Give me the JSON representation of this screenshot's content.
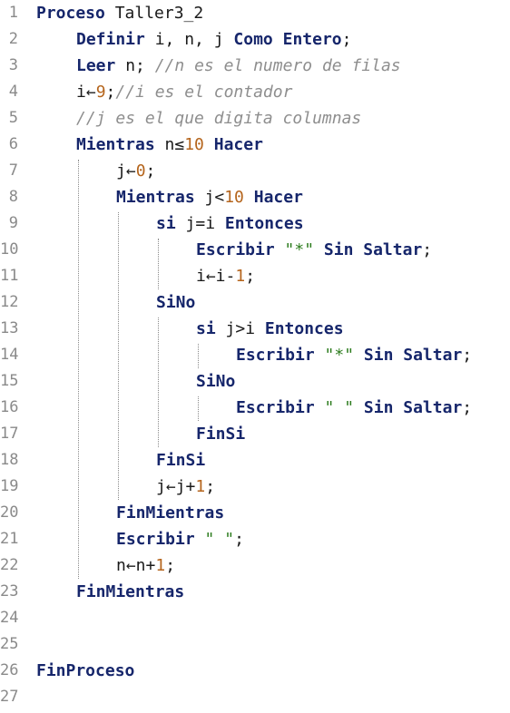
{
  "editor": {
    "lines": [
      {
        "n": "1",
        "indent": 0,
        "tokens": [
          {
            "t": "kw",
            "v": "Proceso"
          },
          {
            "t": "op",
            "v": " Taller3_2"
          }
        ]
      },
      {
        "n": "2",
        "indent": 1,
        "tokens": [
          {
            "t": "kw",
            "v": "Definir"
          },
          {
            "t": "op",
            "v": " i, n, j "
          },
          {
            "t": "kw",
            "v": "Como"
          },
          {
            "t": "op",
            "v": " "
          },
          {
            "t": "kw",
            "v": "Entero"
          },
          {
            "t": "op",
            "v": ";"
          }
        ]
      },
      {
        "n": "3",
        "indent": 1,
        "tokens": [
          {
            "t": "kw",
            "v": "Leer"
          },
          {
            "t": "op",
            "v": " n; "
          },
          {
            "t": "cm",
            "v": "//n es el numero de filas"
          }
        ]
      },
      {
        "n": "4",
        "indent": 1,
        "tokens": [
          {
            "t": "op",
            "v": "i←"
          },
          {
            "t": "num",
            "v": "9"
          },
          {
            "t": "op",
            "v": ";"
          },
          {
            "t": "cm",
            "v": "//i es el contador"
          }
        ]
      },
      {
        "n": "5",
        "indent": 1,
        "tokens": [
          {
            "t": "cm",
            "v": "//j es el que digita columnas"
          }
        ]
      },
      {
        "n": "6",
        "indent": 1,
        "tokens": [
          {
            "t": "kw",
            "v": "Mientras"
          },
          {
            "t": "op",
            "v": " n≤"
          },
          {
            "t": "num",
            "v": "10"
          },
          {
            "t": "op",
            "v": " "
          },
          {
            "t": "kw",
            "v": "Hacer"
          }
        ]
      },
      {
        "n": "7",
        "indent": 2,
        "tokens": [
          {
            "t": "op",
            "v": "j←"
          },
          {
            "t": "num",
            "v": "0"
          },
          {
            "t": "op",
            "v": ";"
          }
        ]
      },
      {
        "n": "8",
        "indent": 2,
        "tokens": [
          {
            "t": "kw",
            "v": "Mientras"
          },
          {
            "t": "op",
            "v": " j<"
          },
          {
            "t": "num",
            "v": "10"
          },
          {
            "t": "op",
            "v": " "
          },
          {
            "t": "kw",
            "v": "Hacer"
          }
        ]
      },
      {
        "n": "9",
        "indent": 3,
        "tokens": [
          {
            "t": "kw",
            "v": "si"
          },
          {
            "t": "op",
            "v": " j=i "
          },
          {
            "t": "kw",
            "v": "Entonces"
          }
        ]
      },
      {
        "n": "10",
        "indent": 4,
        "tokens": [
          {
            "t": "kw",
            "v": "Escribir"
          },
          {
            "t": "op",
            "v": " "
          },
          {
            "t": "str",
            "v": "\"*\""
          },
          {
            "t": "op",
            "v": " "
          },
          {
            "t": "kw",
            "v": "Sin Saltar"
          },
          {
            "t": "op",
            "v": ";"
          }
        ]
      },
      {
        "n": "11",
        "indent": 4,
        "tokens": [
          {
            "t": "op",
            "v": "i←i-"
          },
          {
            "t": "num",
            "v": "1"
          },
          {
            "t": "op",
            "v": ";"
          }
        ]
      },
      {
        "n": "12",
        "indent": 3,
        "tokens": [
          {
            "t": "kw",
            "v": "SiNo"
          }
        ]
      },
      {
        "n": "13",
        "indent": 4,
        "tokens": [
          {
            "t": "kw",
            "v": "si"
          },
          {
            "t": "op",
            "v": " j>i "
          },
          {
            "t": "kw",
            "v": "Entonces"
          }
        ]
      },
      {
        "n": "14",
        "indent": 5,
        "tokens": [
          {
            "t": "kw",
            "v": "Escribir"
          },
          {
            "t": "op",
            "v": " "
          },
          {
            "t": "str",
            "v": "\"*\""
          },
          {
            "t": "op",
            "v": " "
          },
          {
            "t": "kw",
            "v": "Sin Saltar"
          },
          {
            "t": "op",
            "v": ";"
          }
        ]
      },
      {
        "n": "15",
        "indent": 4,
        "tokens": [
          {
            "t": "kw",
            "v": "SiNo"
          }
        ]
      },
      {
        "n": "16",
        "indent": 5,
        "tokens": [
          {
            "t": "kw",
            "v": "Escribir"
          },
          {
            "t": "op",
            "v": " "
          },
          {
            "t": "str",
            "v": "\" \""
          },
          {
            "t": "op",
            "v": " "
          },
          {
            "t": "kw",
            "v": "Sin Saltar"
          },
          {
            "t": "op",
            "v": ";"
          }
        ]
      },
      {
        "n": "17",
        "indent": 4,
        "tokens": [
          {
            "t": "kw",
            "v": "FinSi"
          }
        ]
      },
      {
        "n": "18",
        "indent": 3,
        "tokens": [
          {
            "t": "kw",
            "v": "FinSi"
          }
        ]
      },
      {
        "n": "19",
        "indent": 3,
        "tokens": [
          {
            "t": "op",
            "v": "j←j+"
          },
          {
            "t": "num",
            "v": "1"
          },
          {
            "t": "op",
            "v": ";"
          }
        ]
      },
      {
        "n": "20",
        "indent": 2,
        "tokens": [
          {
            "t": "kw",
            "v": "FinMientras"
          }
        ]
      },
      {
        "n": "21",
        "indent": 2,
        "tokens": [
          {
            "t": "kw",
            "v": "Escribir"
          },
          {
            "t": "op",
            "v": " "
          },
          {
            "t": "str",
            "v": "\" \""
          },
          {
            "t": "op",
            "v": ";"
          }
        ]
      },
      {
        "n": "22",
        "indent": 2,
        "tokens": [
          {
            "t": "op",
            "v": "n←n+"
          },
          {
            "t": "num",
            "v": "1"
          },
          {
            "t": "op",
            "v": ";"
          }
        ]
      },
      {
        "n": "23",
        "indent": 1,
        "tokens": [
          {
            "t": "kw",
            "v": "FinMientras"
          }
        ]
      },
      {
        "n": "24",
        "indent": 0,
        "tokens": []
      },
      {
        "n": "25",
        "indent": 0,
        "tokens": []
      },
      {
        "n": "26",
        "indent": 0,
        "tokens": [
          {
            "t": "kw",
            "v": "FinProceso"
          }
        ]
      },
      {
        "n": "27",
        "indent": 0,
        "tokens": []
      }
    ],
    "colors": {
      "keyword": "#16266b",
      "comment": "#8e8e8e",
      "number": "#b5651d",
      "string": "#2e7d1f",
      "gutter": "#8a8a8a",
      "background": "#ffffff"
    }
  }
}
